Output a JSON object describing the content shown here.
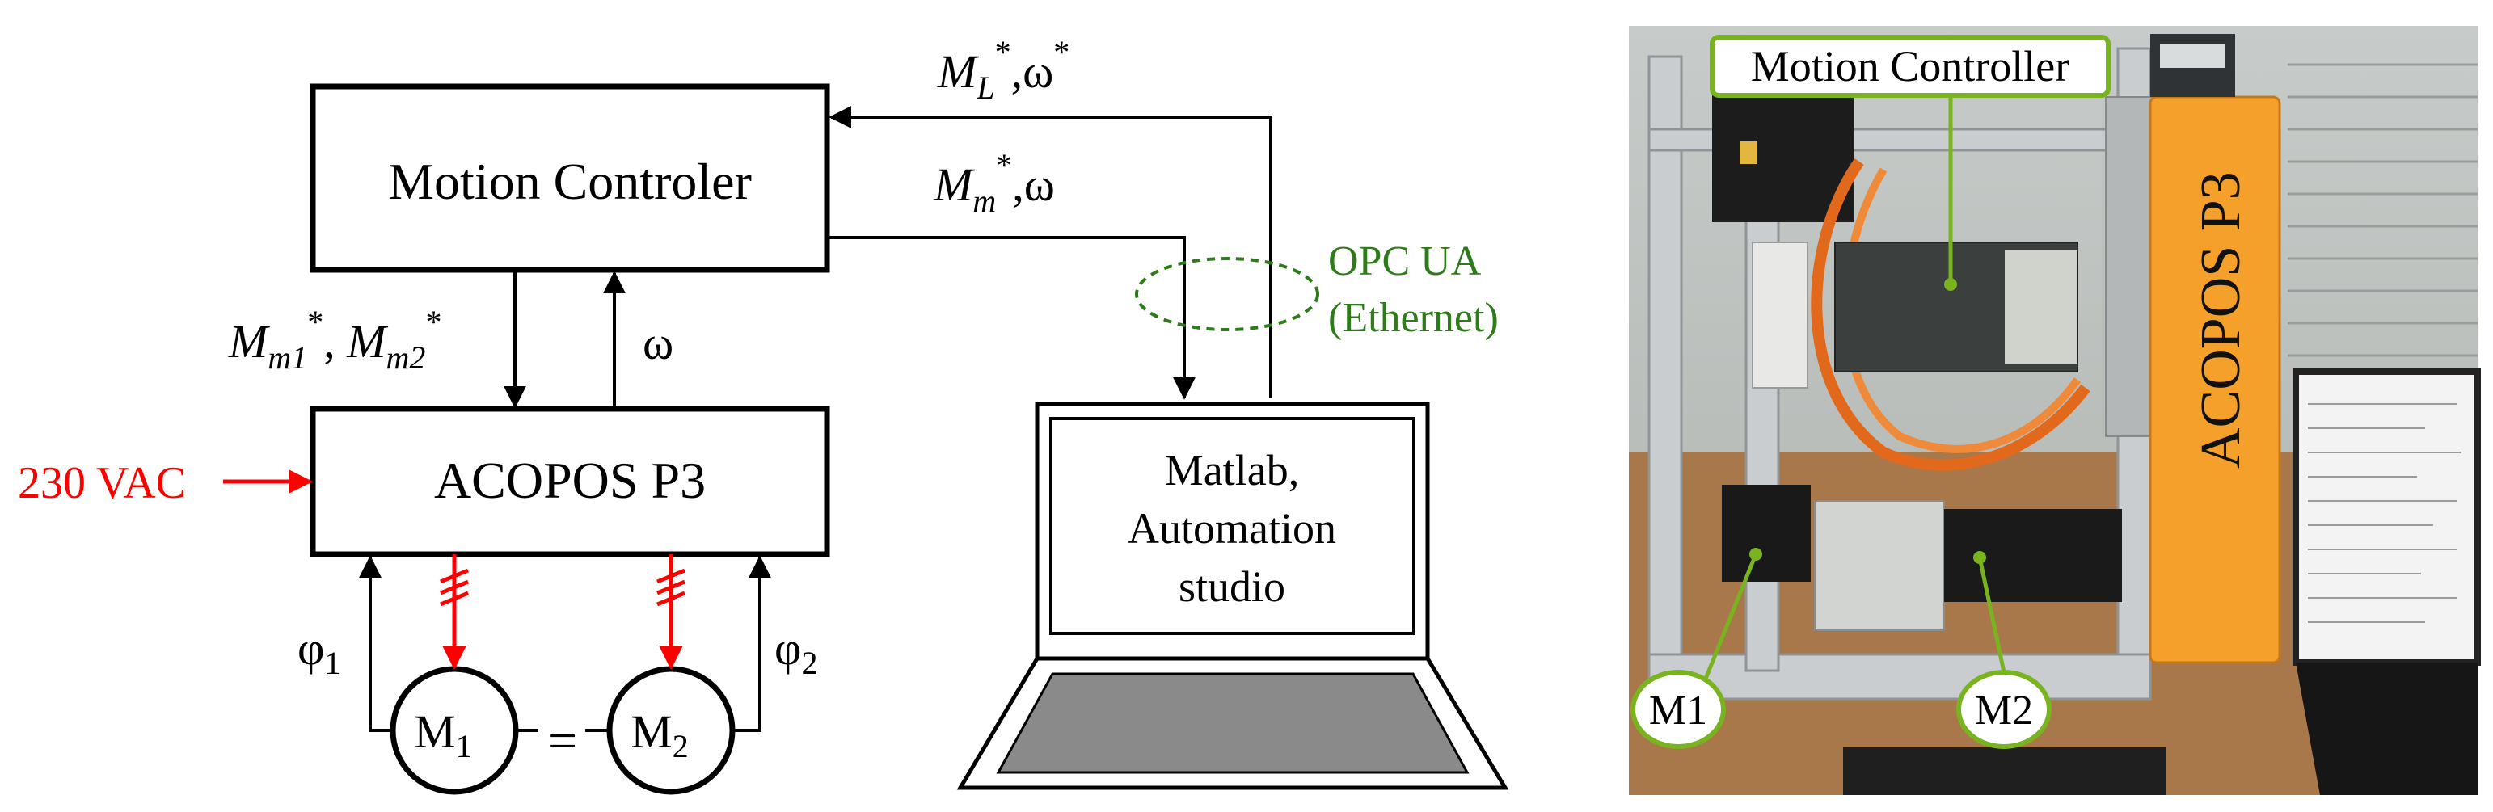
{
  "diagram": {
    "motion_controller": "Motion Controler",
    "drive": "ACOPOS P3",
    "supply": "230 VAC",
    "pc_line1": "Matlab,",
    "pc_line2": "Automation",
    "pc_line3": "studio",
    "opc_line1": "OPC UA",
    "opc_line2": "(Ethernet)",
    "omega": "ω",
    "star": "*",
    "sym_M": "M",
    "sub_L": "L",
    "sub_m": "m",
    "sub_m1": "m1",
    "sub_m2": "m2",
    "sep_comma": ",",
    "sep_comma_space": ", ",
    "phi": "φ",
    "sub_1": "1",
    "sub_2": "2",
    "coupling": "=",
    "colors": {
      "red": "#ff0000",
      "green": "#2f7a1a"
    }
  },
  "photo": {
    "motion_controller_label": "Motion Controller",
    "drive_text": "ACOPOS P3",
    "m1_label": "M1",
    "m2_label": "M2",
    "colors": {
      "label_border": "#7ab320",
      "drive_orange": "#f4a02a"
    }
  }
}
